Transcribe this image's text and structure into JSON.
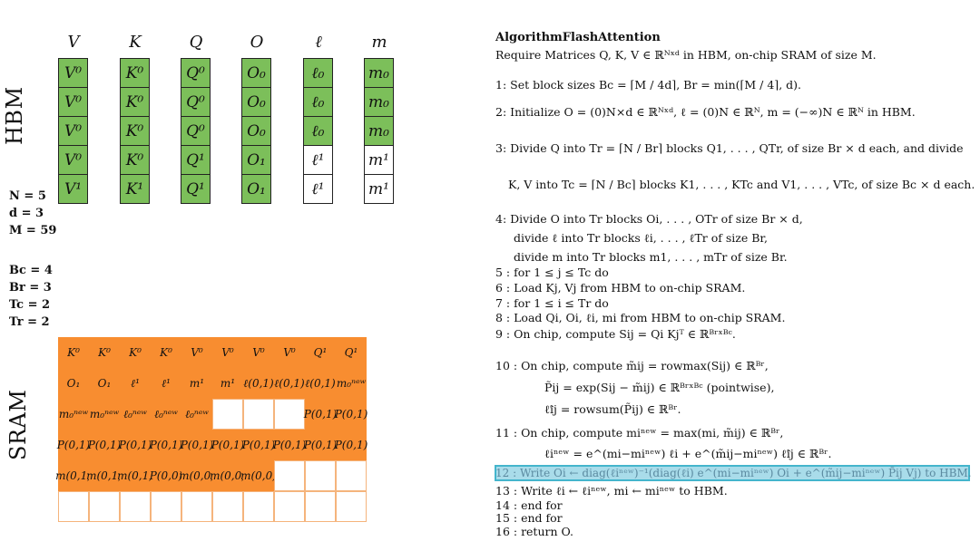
{
  "hbm": {
    "title": "HBM",
    "columns": [
      {
        "header": "V",
        "cells": [
          "V⁰",
          "V⁰",
          "V⁰",
          "V⁰",
          "V¹"
        ],
        "fills": [
          "green",
          "green",
          "green",
          "green",
          "green"
        ]
      },
      {
        "header": "K",
        "cells": [
          "K⁰",
          "K⁰",
          "K⁰",
          "K⁰",
          "K¹"
        ],
        "fills": [
          "green",
          "green",
          "green",
          "green",
          "green"
        ]
      },
      {
        "header": "Q",
        "cells": [
          "Q⁰",
          "Q⁰",
          "Q⁰",
          "Q¹",
          "Q¹"
        ],
        "fills": [
          "green",
          "green",
          "green",
          "green",
          "green"
        ]
      },
      {
        "header": "O",
        "cells": [
          "O₀",
          "O₀",
          "O₀",
          "O₁",
          "O₁"
        ],
        "fills": [
          "green",
          "green",
          "green",
          "green",
          "green"
        ]
      },
      {
        "header": "ℓ",
        "cells": [
          "ℓ₀",
          "ℓ₀",
          "ℓ₀",
          "ℓ¹",
          "ℓ¹"
        ],
        "fills": [
          "green",
          "green",
          "green",
          "white",
          "white"
        ]
      },
      {
        "header": "m",
        "cells": [
          "m₀",
          "m₀",
          "m₀",
          "m¹",
          "m¹"
        ],
        "fills": [
          "green",
          "green",
          "green",
          "white",
          "white"
        ]
      }
    ]
  },
  "params": {
    "group1": [
      "N = 5",
      "d = 3",
      "M = 59"
    ],
    "group2": [
      "Bc = 4",
      "Br = 3",
      "Tc = 2",
      "Tr = 2"
    ]
  },
  "sram": {
    "title": "SRAM",
    "rows": [
      [
        "K⁰",
        "K⁰",
        "K⁰",
        "K⁰",
        "V⁰",
        "V⁰",
        "V⁰",
        "V⁰",
        "Q¹",
        "Q¹"
      ],
      [
        "O₁",
        "O₁",
        "ℓ¹",
        "ℓ¹",
        "m¹",
        "m¹",
        "ℓ(0,1)",
        "ℓ(0,1)",
        "ℓ(0,1)",
        "m₀ⁿᵉʷ"
      ],
      [
        "m₀ⁿᵉʷ",
        "m₀ⁿᵉʷ",
        "ℓ₀ⁿᵉʷ",
        "ℓ₀ⁿᵉʷ",
        "ℓ₀ⁿᵉʷ",
        "",
        "",
        "",
        "P(0,1)",
        "P(0,1)"
      ],
      [
        "P(0,1)",
        "P(0,1)",
        "P(0,1)",
        "P(0,1)",
        "P(0,1)",
        "P(0,1)",
        "P(0,1)",
        "P(0,1)",
        "P(0,1)",
        "P(0,1)"
      ],
      [
        "m(0,1)",
        "m(0,1)",
        "m(0,1)",
        "P(0,0)",
        "m(0,0)",
        "m(0,0)",
        "m(0,0)",
        "",
        "",
        ""
      ],
      [
        "",
        "",
        "",
        "",
        "",
        "",
        "",
        "",
        "",
        ""
      ]
    ],
    "fills": [
      [
        "o",
        "o",
        "o",
        "o",
        "o",
        "o",
        "o",
        "o",
        "o",
        "o"
      ],
      [
        "o",
        "o",
        "o",
        "o",
        "o",
        "o",
        "o",
        "o",
        "o",
        "o"
      ],
      [
        "o",
        "o",
        "o",
        "o",
        "o",
        "w",
        "w",
        "w",
        "o",
        "o"
      ],
      [
        "o",
        "o",
        "o",
        "o",
        "o",
        "o",
        "o",
        "o",
        "o",
        "o"
      ],
      [
        "o",
        "o",
        "o",
        "o",
        "o",
        "o",
        "o",
        "w",
        "w",
        "w"
      ],
      [
        "w",
        "w",
        "w",
        "w",
        "w",
        "w",
        "w",
        "w",
        "w",
        "w"
      ]
    ]
  },
  "algorithm": {
    "title": "AlgorithmFlashAttention",
    "lines": [
      "Require Matrices Q, K, V ∈ ℝᴺˣᵈ in HBM, on-chip SRAM of size M.",
      "1: Set block sizes Bc = ⌈M / 4d⌉, Br = min(⌈M / 4⌉, d).",
      "2: Initialize O = (0)N×d ∈ ℝᴺˣᵈ, ℓ = (0)N ∈ ℝᴺ, m = (−∞)N ∈ ℝᴺ in HBM.",
      "3: Divide Q into Tr = ⌈N / Br⌉ blocks Q1, . . . , QTr, of size Br × d each, and divide",
      "K, V into Tc = ⌈N / Bc⌉ blocks K1, . . . , KTc and V1, . . . , VTc, of size Bc × d each.",
      "4: Divide O into Tr blocks Oi, . . . , OTr of size Br × d,",
      "divide ℓ into Tr blocks ℓi, . . . , ℓTr of size Br,",
      "divide m into Tr blocks m1, . . . , mTr of size Br.",
      "5 : for 1 ≤ j ≤ Tc do",
      "6 :    Load Kj, Vj from HBM to on-chip SRAM.",
      "7 :    for 1 ≤ i ≤ Tr do",
      "8 :       Load Qi, Oi, ℓi, mi from HBM to on-chip SRAM.",
      "9 :       On chip, compute Sij = Qi Kjᵀ ∈ ℝᴮʳˣᴮᶜ.",
      "10 :        On chip, compute m̃ij = rowmax(Sij) ∈ ℝᴮʳ,",
      "P̃ij = exp(Sij − m̃ij) ∈ ℝᴮʳˣᴮᶜ (pointwise),",
      "ℓ̃ij = rowsum(P̃ij) ∈ ℝᴮʳ.",
      "11 :        On chip, compute miⁿᵉʷ = max(mi, m̃ij) ∈ ℝᴮʳ,",
      "ℓiⁿᵉʷ = e^(mi−miⁿᵉʷ) ℓi + e^(m̃ij−miⁿᵉʷ) ℓ̃ij ∈ ℝᴮʳ.",
      "12 :        Write Oi ← diag(ℓiⁿᵉʷ)⁻¹(diag(ℓi) e^(mi−miⁿᵉʷ) Oi + e^(m̃ij−miⁿᵉʷ) P̃ij Vj) to HBM.",
      "13 :        Write ℓi ← ℓiⁿᵉʷ, mi ← miⁿᵉʷ to HBM.",
      "14 :    end for",
      "15 : end for",
      "16 : return O."
    ]
  }
}
